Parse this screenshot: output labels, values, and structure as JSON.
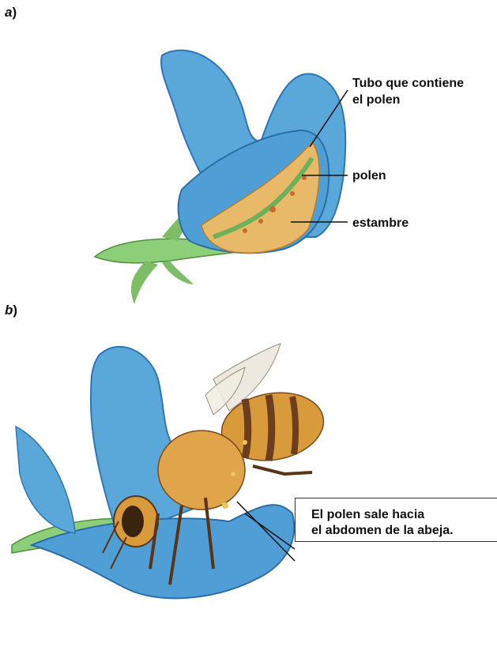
{
  "panel_a": {
    "letter": "a",
    "paren": ")",
    "labels": {
      "tube_line1": "Tubo que contiene",
      "tube_line2": "el polen",
      "pollen": "polen",
      "stamen": "estambre"
    }
  },
  "panel_b": {
    "letter": "b",
    "paren": ")",
    "callout_line1": "El polen sale hacia",
    "callout_line2": "el abdomen de la abeja."
  },
  "colors": {
    "petal": "#5aa7d9",
    "petal_dark": "#2f74b5",
    "stem": "#7fbf6a",
    "pollen": "#e8b55a",
    "bee_body": "#d99a3c",
    "bee_stripe": "#6b3e1e"
  }
}
